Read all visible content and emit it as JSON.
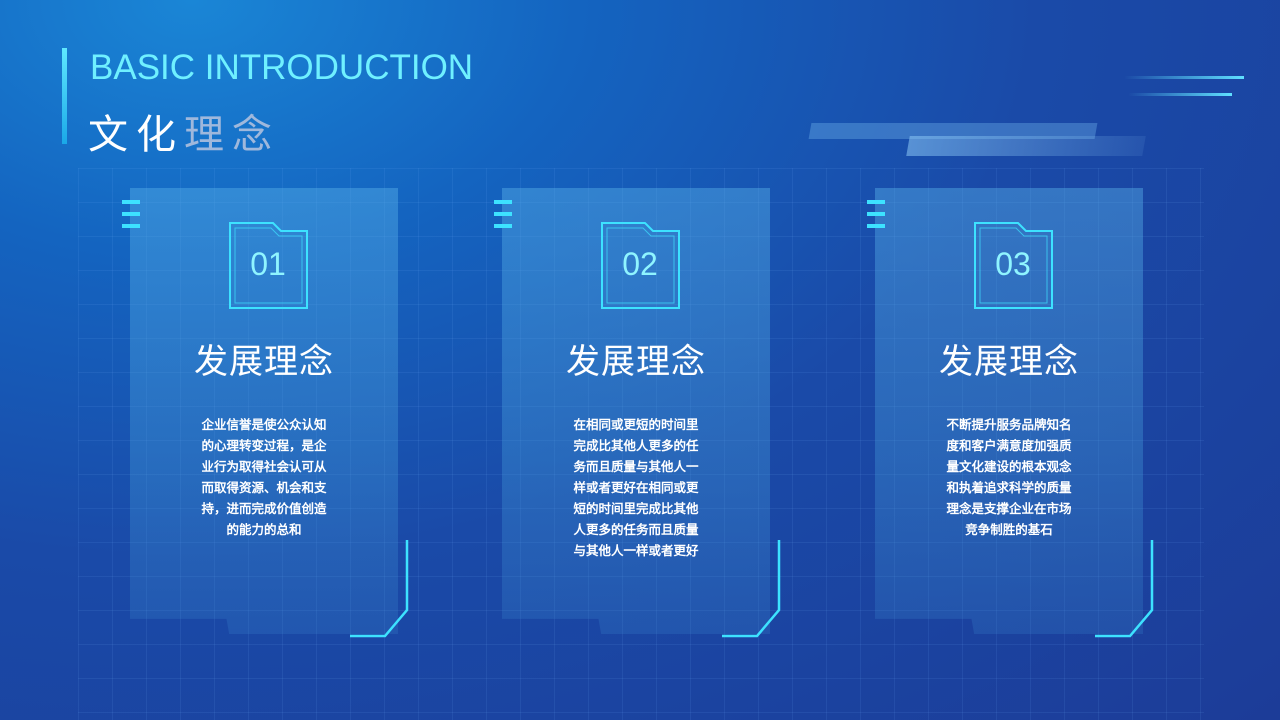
{
  "header": {
    "title_en": "BASIC INTRODUCTION",
    "title_cn_part1": "文化",
    "title_cn_part2": "理念"
  },
  "cards": [
    {
      "number": "01",
      "title": "发展理念",
      "lines": [
        "企业信誉是使公众认知",
        "的心理转变过程，是企",
        "业行为取得社会认可从",
        "而取得资源、机会和支",
        "持，进而完成价值创造",
        "的能力的总和"
      ]
    },
    {
      "number": "02",
      "title": "发展理念",
      "lines": [
        "在相同或更短的时间里",
        "完成比其他人更多的任",
        "务而且质量与其他人一",
        "样或者更好在相同或更",
        "短的时间里完成比其他",
        "人更多的任务而且质量",
        "与其他人一样或者更好"
      ]
    },
    {
      "number": "03",
      "title": "发展理念",
      "lines": [
        "不断提升服务品牌知名",
        "度和客户满意度加强质",
        "量文化建设的根本观念",
        "和执着追求科学的质量",
        "理念是支撑企业在市场",
        "竞争制胜的基石"
      ]
    }
  ],
  "colors": {
    "accent": "#3de2ff",
    "title_en": "#6ff0ff",
    "background": "#1a4aa8"
  }
}
